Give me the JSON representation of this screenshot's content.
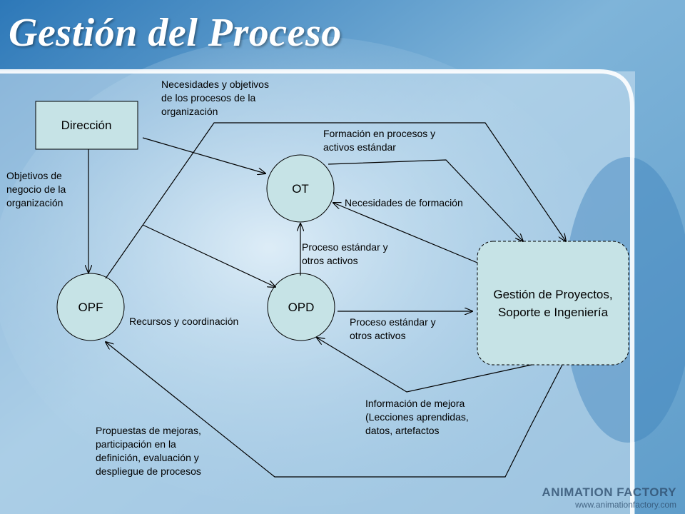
{
  "slide": {
    "title": "Gestión del Proceso"
  },
  "nodes": {
    "direccion": "Dirección",
    "opf": "OPF",
    "ot": "OT",
    "opd": "OPD",
    "gestion_line1": "Gestión de Proyectos,",
    "gestion_line2": "Soporte e Ingeniería"
  },
  "labels": {
    "necesidades_objetivos": "Necesidades y objetivos\nde los procesos de la\norganización",
    "objetivos_negocio": "Objetivos de\nnegocio de la\norganización",
    "formacion_procesos": "Formación en procesos y\nactivos estándar",
    "necesidades_formacion": "Necesidades de formación",
    "proceso_estandar_ot": "Proceso estándar y\notros activos",
    "recursos_coordinacion": "Recursos y coordinación",
    "proceso_estandar_gp": "Proceso estándar y\notros activos",
    "informacion_mejora": "Información de mejora\n(Lecciones aprendidas,\ndatos, artefactos",
    "propuestas_mejoras": "Propuestas de mejoras,\nparticipación en la\ndefinición, evaluación y\ndespliegue de procesos"
  },
  "watermark": {
    "brand": "ANIMATION FACTORY",
    "site": "www.animationfactory.com"
  },
  "colors": {
    "node_fill": "#c6e3e6",
    "background": "#6fa7cf",
    "frame_line": "#ffffff"
  }
}
